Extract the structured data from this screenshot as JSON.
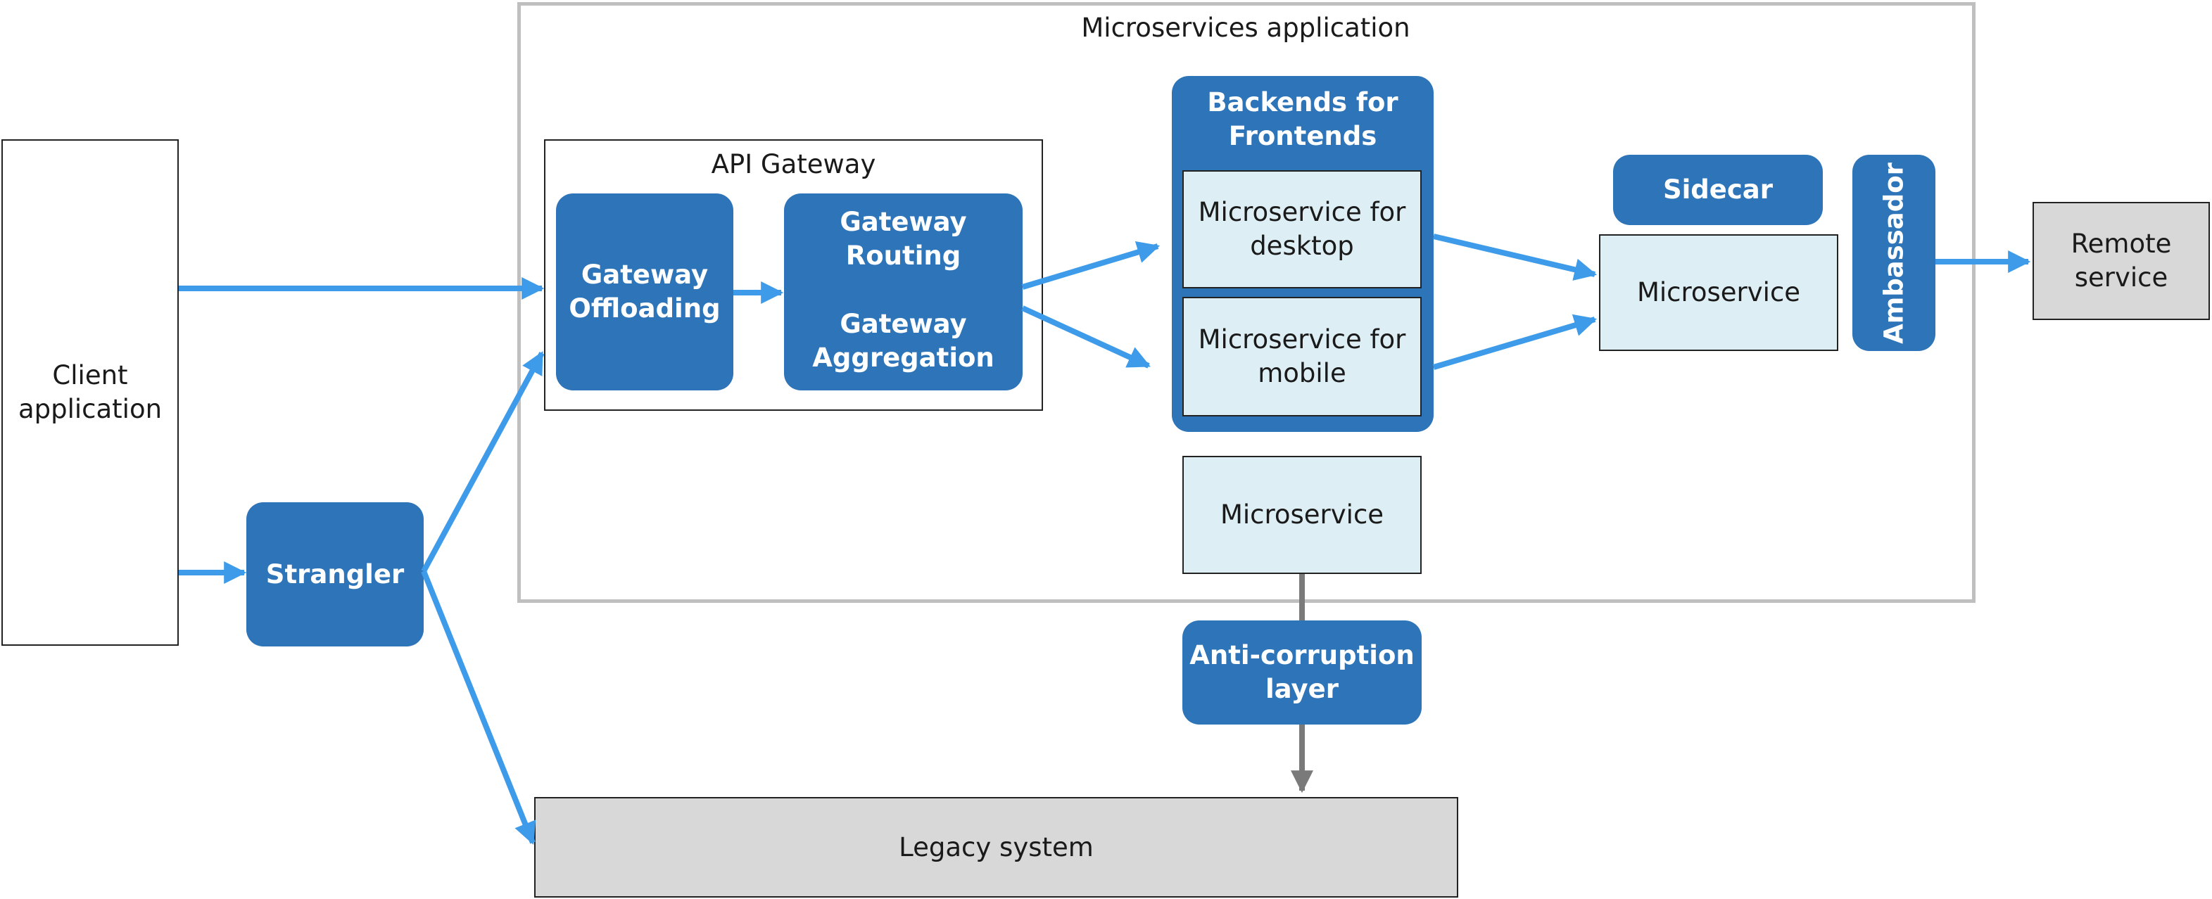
{
  "containers": {
    "microservices_app": "Microservices application",
    "api_gateway": "API Gateway"
  },
  "nodes": {
    "client_application": "Client\napplication",
    "strangler": "Strangler",
    "gateway_offloading": "Gateway\nOffloading",
    "gateway_routing": "Gateway\nRouting",
    "gateway_aggregation": "Gateway\nAggregation",
    "backends_for_frontends": "Backends for\nFrontends",
    "microservice_desktop": "Microservice for\ndesktop",
    "microservice_mobile": "Microservice for\nmobile",
    "microservice_lower": "Microservice",
    "sidecar": "Sidecar",
    "microservice_right": "Microservice",
    "ambassador": "Ambassador",
    "remote_service": "Remote\nservice",
    "anti_corruption_layer": "Anti-corruption\nlayer",
    "legacy_system": "Legacy system"
  },
  "colors": {
    "pattern_box": "#2e74b8",
    "service_box": "#ddeef4",
    "external_box": "#d8d8d8",
    "arrow_blue": "#3d9be9",
    "arrow_grey": "#7a7a7a",
    "container_border": "#bfbfbf"
  }
}
